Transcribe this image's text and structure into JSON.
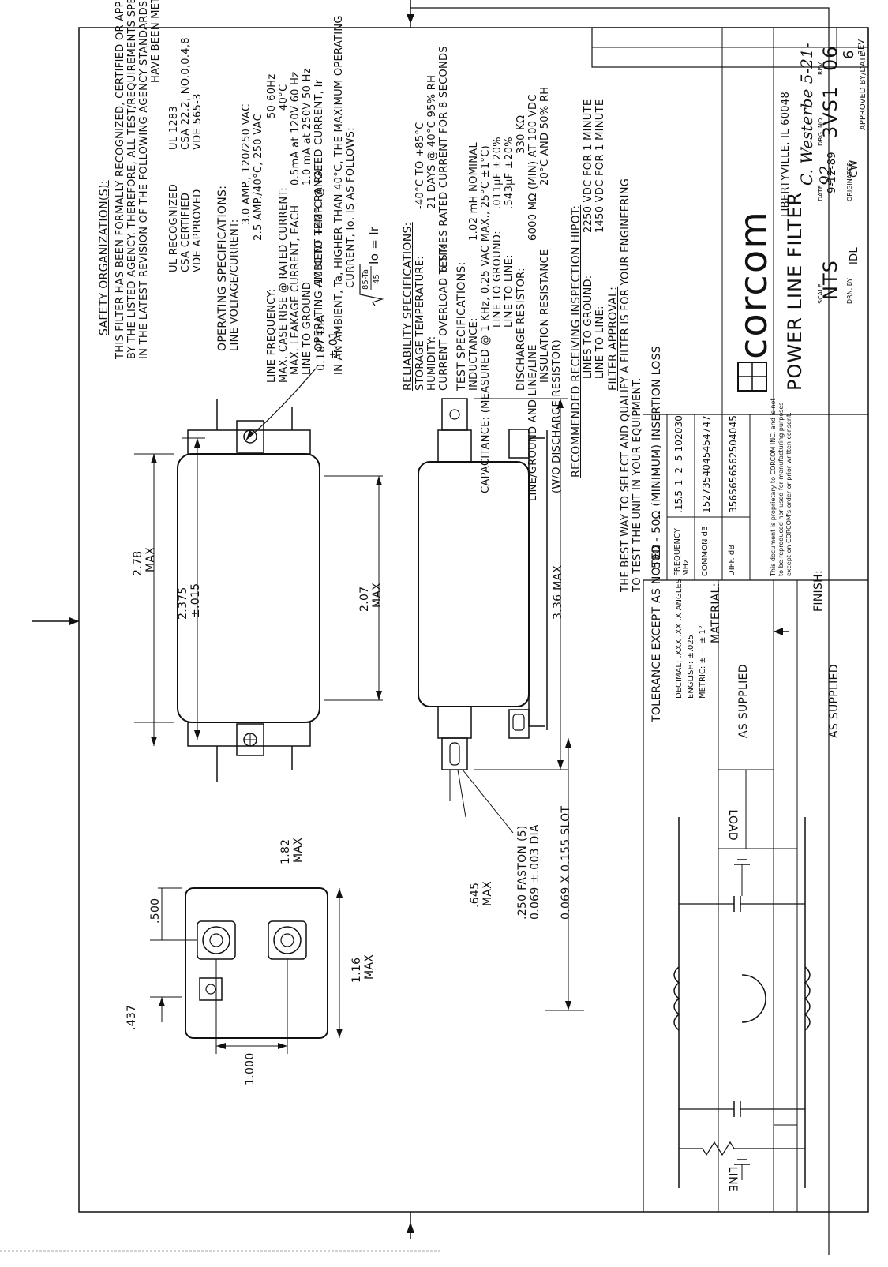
{
  "approval": {
    "signature": "C. Westerbe 5-21-92",
    "rev_value": "6",
    "rev_label": "REV",
    "approved_label": "APPROVED BY/DATE"
  },
  "specs": {
    "safety_heading": "SAFETY ORGANIZATION(S):",
    "safety_lines": [
      "THIS FILTER HAS BEEN FORMALLY RECOGNIZED, CERTIFIED OR APPROVED",
      "BY THE LISTED AGENCY. THEREFORE, ALL TEST/REQUIREMENTS SPECIFIED",
      "IN THE LATEST REVISION OF THE FOLLOWING AGENCY STANDARDS",
      "HAVE BEEN MET:"
    ],
    "agencies": [
      {
        "label": "UL RECOGNIZED",
        "value": "UL 1283"
      },
      {
        "label": "CSA CERTIFIED",
        "value": "CSA 22.2, NO.0,0.4,8"
      },
      {
        "label": "VDE APPROVED",
        "value": "VDE 565-3"
      }
    ],
    "operating_heading": "OPERATING SPECIFICATIONS:",
    "operating": [
      {
        "label": "LINE VOLTAGE/CURRENT:",
        "value": "3.0 AMP., 120/250 VAC"
      },
      {
        "label": "",
        "value": "2.5 AMP./40°C, 250 VAC"
      },
      {
        "label": "LINE FREQUENCY:",
        "value": "50-60Hz"
      },
      {
        "label": "MAX. CASE RISE @ RATED CURRENT:",
        "value": "40°C"
      },
      {
        "label": "MAX. LEAKAGE CURRENT, EACH",
        "value": "0.5mA at 120V 60 Hz"
      },
      {
        "label": "LINE TO GROUND",
        "value": "1.0 mA at 250V 50 Hz"
      },
      {
        "label": "OPERATING AMBIENT TEMP. RANGE:",
        "value": "-10°C TO +40°C @ RATED CURRENT, Ir"
      }
    ],
    "ambient_lines": [
      "IN AN AMBIENT, Ta, HIGHER THAN 40°C, THE MAXIMUM OPERATING",
      "CURRENT, Io, IS AS FOLLOWS:"
    ],
    "formula_lhs": "Io = Ir",
    "formula_num": "85-Ta",
    "formula_den": "45",
    "reliability_heading": "RELIABILITY SPECIFICATIONS:",
    "reliability": [
      {
        "label": "STORAGE TEMPERATURE:",
        "value": "-40°C TO +85°C"
      },
      {
        "label": "HUMIDITY:",
        "value": "21 DAYS @ 40°C 95% RH"
      },
      {
        "label": "CURRENT OVERLOAD TEST:",
        "value": "6 TIMES RATED CURRENT FOR 8 SECONDS"
      }
    ],
    "test_heading": "TEST SPECIFICATIONS:",
    "test": [
      {
        "label": "INDUCTANCE:",
        "value": "1.02 mH NOMINAL"
      },
      {
        "label": "CAPACITANCE: (MEASURED @ 1 KHz, 0.25 VAC MAX., 25°C ±1°C)",
        "value": ""
      },
      {
        "label": "LINE TO GROUND:",
        "value": ".011µF ±20%"
      },
      {
        "label": "LINE TO LINE:",
        "value": ".543µF ±20%"
      },
      {
        "label": "DISCHARGE RESISTOR:",
        "value": "330 KΩ"
      },
      {
        "label": "LINE/GROUND AND LINE/LINE",
        "value": "6000 MΩ (MIN) AT 100 VDC"
      },
      {
        "label": "INSULATION RESISTANCE",
        "value": "20°C AND 50% RH"
      },
      {
        "label": "(W/O DISCHARGE RESISTOR)",
        "value": ""
      }
    ],
    "hipot_heading": "RECOMMENDED RECEIVING INSPECTION HIPOT:",
    "hipot": [
      {
        "label": "LINES TO GROUND:",
        "value": "2250 VDC FOR 1 MINUTE"
      },
      {
        "label": "LINE TO LINE:",
        "value": "1450 VDC FOR 1 MINUTE"
      }
    ],
    "approval_heading": "FILTER APPROVAL:",
    "approval_lines": [
      "THE BEST WAY TO SELECT AND QUALIFY A FILTER IS FOR YOUR ENGINEERING",
      "TO TEST THE UNIT IN YOUR EQUIPMENT."
    ]
  },
  "dimensions": {
    "d_278": "2.78",
    "d_2375": "2.375",
    "d_2375_tol": "±.015",
    "d_207": "2.07",
    "d_336": "3.36 MAX",
    "d_0187": "0.187 DIA",
    "d_0187_tol": "±.01",
    "d_182": "1.82",
    "d_500": ".500",
    "d_437": ".437",
    "d_1000": "1.000",
    "d_116": "1.16",
    "d_645": ".645",
    "max": "MAX",
    "faston": ".250 FASTON (5)",
    "faston_dia": "0.069 ±.003 DIA",
    "slot": "0.069 X 0.155 SLOT"
  },
  "insertion": {
    "title": "50Ω - 50Ω (MINIMUM) INSERTION LOSS",
    "freq_label": "FREQUENCY MHz",
    "freq": [
      ".15",
      ".5",
      "1",
      "2",
      "5",
      "10",
      "20",
      "30"
    ],
    "common_label": "COMMON dB",
    "common": [
      "15",
      "27",
      "35",
      "40",
      "45",
      "45",
      "47",
      "47"
    ],
    "diff_label": "DIFF. dB",
    "diff": [
      "35",
      "65",
      "65",
      "65",
      "62",
      "50",
      "40",
      "45"
    ],
    "notice": [
      "This document is proprietary to CORCOM INC. and is not",
      "to be reproduced nor used for manufacturing purposes",
      "except on CORCOM's order or prior written consent."
    ]
  },
  "title_block": {
    "tolerance": "TOLERANCE EXCEPT AS NOTED",
    "decimal": "DECIMAL: .XXX .XX .X ANGLES",
    "english": "ENGLISH: ±.025",
    "metric": "METRIC: ± —",
    "angle_tol": "± 1°",
    "material_label": "MATERIAL:",
    "material_value": "AS SUPPLIED",
    "finish_label": "FINISH:",
    "finish_value": "AS SUPPLIED",
    "company": "corcom",
    "address": "LIBERTYVILLE, IL 60048",
    "product": "POWER LINE FILTER",
    "scale_label": "SCALE",
    "scale": "NTS",
    "date_label": "DATE",
    "date": "9-12-89",
    "drg_label": "DRG. NO.",
    "drg": "3VS1",
    "rev_label": "REV.",
    "rev": "06",
    "drn_label": "DRN. BY",
    "drn": "IDL",
    "orig_label": "ORIGINATOR",
    "orig": "CW"
  },
  "schematic": {
    "line_label": "LINE",
    "load_label": "LOAD"
  }
}
